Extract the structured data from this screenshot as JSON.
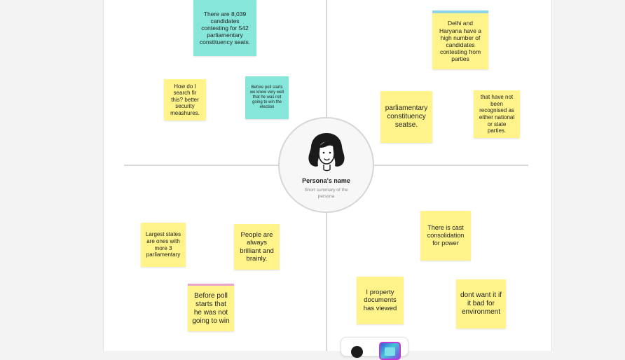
{
  "persona": {
    "name": "Persona's name",
    "summary": "Short summary of the persona"
  },
  "stickies": [
    {
      "text": "There are 8,039 candidates contesting for 542 parliamentary constituency seats.",
      "color": "#86e6da"
    },
    {
      "text": "How do I search fir this? better security meashures.",
      "color": "#fff38a"
    },
    {
      "text": "Before poll starts we knew very well that he was not going to win the election",
      "color": "#86e6da"
    },
    {
      "text": "Delhi and Haryana have a high number of candidates contesting from parties",
      "color": "#fff38a"
    },
    {
      "text": "parliamentary constituency seatse.",
      "color": "#fff38a"
    },
    {
      "text": "that have not been recognised as either national or state parties.",
      "color": "#fff38a"
    },
    {
      "text": "Largest states are ones with more 3 parliamentary",
      "color": "#fff38a"
    },
    {
      "text": "People are always brilliant and brainly.",
      "color": "#fff38a"
    },
    {
      "text": "Before poll starts that he was not going to win",
      "color": "#fff38a"
    },
    {
      "text": "There is cast consolidation for power",
      "color": "#fff38a"
    },
    {
      "text": "I property documents has viewed",
      "color": "#fff38a"
    },
    {
      "text": "dont want it if it bad for environment",
      "color": "#fff38a"
    }
  ],
  "icons": {
    "avatar": "persona-avatar-icon",
    "toolbar_dot": "dot-icon",
    "toolbar_thumb": "image-thumbnail-icon"
  }
}
